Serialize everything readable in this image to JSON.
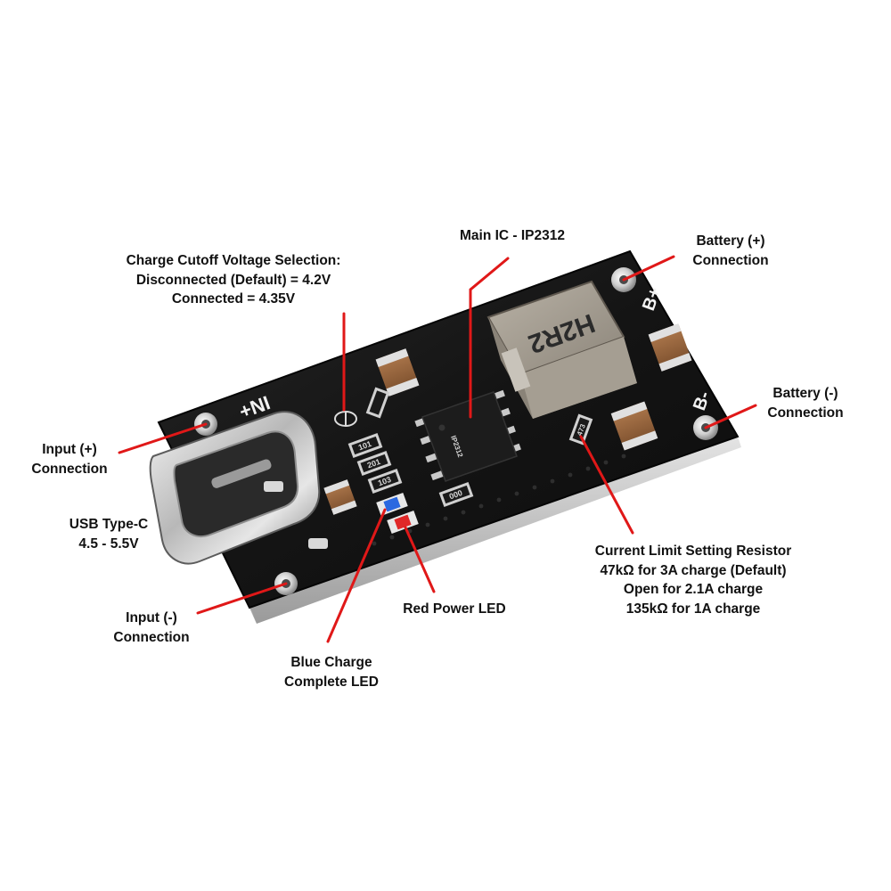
{
  "board": {
    "silk_input": "+NI",
    "silk_batt_pos": "B+",
    "silk_batt_neg": "B-",
    "inductor_marking": "H2R2",
    "resistor_codes": [
      "101",
      "201",
      "103",
      "000",
      "473"
    ],
    "colors": {
      "pcb": "#141414",
      "callout_line": "#e01818",
      "red_led": "#e02828",
      "blue_led": "#2a68e0"
    }
  },
  "callouts": {
    "cutoff": {
      "line1": "Charge Cutoff Voltage Selection:",
      "line2": "Disconnected (Default) = 4.2V",
      "line3": "Connected = 4.35V"
    },
    "main_ic": {
      "line1": "Main IC - IP2312"
    },
    "battery_pos": {
      "line1": "Battery (+)",
      "line2": "Connection"
    },
    "battery_neg": {
      "line1": "Battery (-)",
      "line2": "Connection"
    },
    "input_pos": {
      "line1": "Input (+)",
      "line2": "Connection"
    },
    "usb": {
      "line1": "USB Type-C",
      "line2": "4.5 - 5.5V"
    },
    "input_neg": {
      "line1": "Input (-)",
      "line2": "Connection"
    },
    "red_led": {
      "line1": "Red Power LED"
    },
    "blue_led": {
      "line1": "Blue Charge",
      "line2": "Complete LED"
    },
    "current_limit": {
      "line1": "Current Limit Setting Resistor",
      "line2": "47kΩ for 3A charge (Default)",
      "line3": "Open for 2.1A charge",
      "line4": "135kΩ for 1A charge"
    }
  }
}
